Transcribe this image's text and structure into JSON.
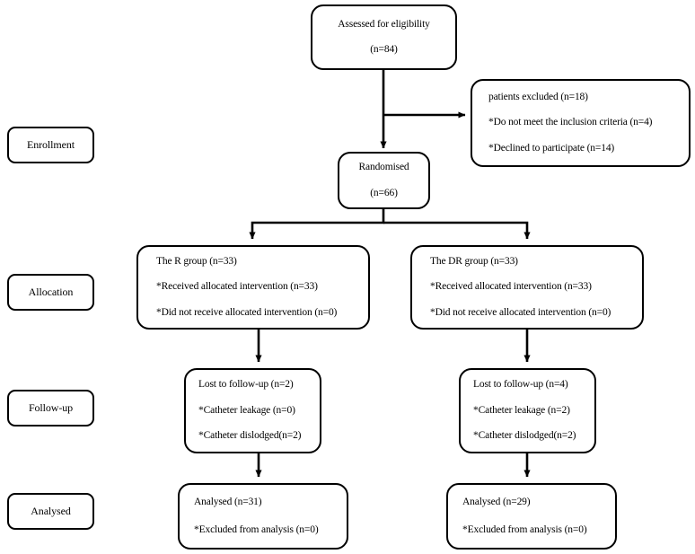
{
  "diagram": {
    "type": "consort-flow-diagram",
    "stages": [
      {
        "id": "enrollment",
        "label": "Enrollment"
      },
      {
        "id": "allocation",
        "label": "Allocation"
      },
      {
        "id": "followup",
        "label": "Follow-up"
      },
      {
        "id": "analysed",
        "label": "Analysed"
      }
    ],
    "nodes": {
      "assessed": {
        "lines": [
          "Assessed for eligibility",
          "(n=84)"
        ]
      },
      "excluded": {
        "lines": [
          "patients excluded (n=18)",
          "*Do not meet the inclusion criteria (n=4)",
          "*Declined to participate (n=14)"
        ]
      },
      "randomised": {
        "lines": [
          "Randomised",
          "(n=66)"
        ]
      },
      "group_r": {
        "lines": [
          "The R group (n=33)",
          "*Received allocated intervention (n=33)",
          "*Did not receive allocated intervention (n=0)"
        ]
      },
      "group_dr": {
        "lines": [
          "The DR group (n=33)",
          "*Received allocated intervention (n=33)",
          "*Did not receive allocated intervention (n=0)"
        ]
      },
      "lost_r": {
        "lines": [
          "Lost to follow-up (n=2)",
          "*Catheter leakage (n=0)",
          "*Catheter dislodged(n=2)"
        ]
      },
      "lost_dr": {
        "lines": [
          "Lost to follow-up (n=4)",
          "*Catheter leakage (n=2)",
          "*Catheter dislodged(n=2)"
        ]
      },
      "analysed_r": {
        "lines": [
          "Analysed (n=31)",
          "*Excluded from analysis (n=0)"
        ]
      },
      "analysed_dr": {
        "lines": [
          "Analysed (n=29)",
          "*Excluded from analysis (n=0)"
        ]
      }
    },
    "colors": {
      "stroke": "#000000",
      "background": "#ffffff",
      "text": "#000000"
    }
  }
}
